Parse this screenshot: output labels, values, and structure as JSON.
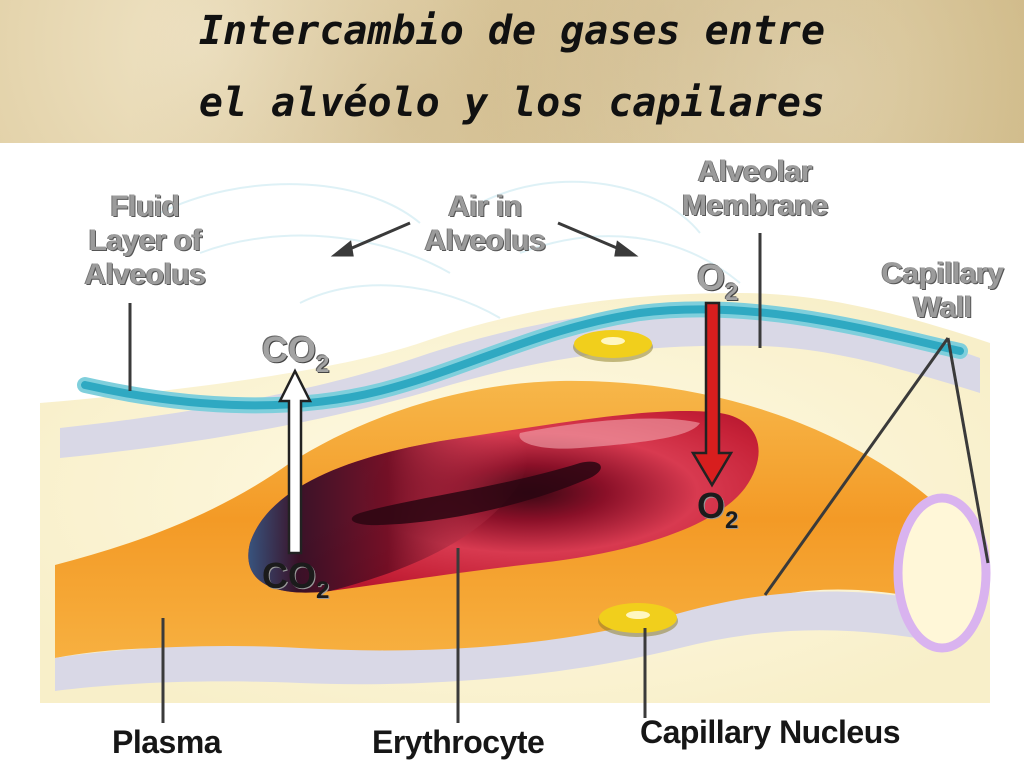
{
  "title": {
    "line1": "Intercambio de gases entre",
    "line2": "el alvéolo y los capilares"
  },
  "labels": {
    "fluid_layer": "Fluid\nLayer of\nAlveolus",
    "air_in_alveolus": "Air in\nAlveolus",
    "alveolar_membrane": "Alveolar\nMembrane",
    "capillary_wall": "Capillary\nWall",
    "plasma": "Plasma",
    "erythrocyte": "Erythrocyte",
    "capillary_nucleus": "Capillary Nucleus"
  },
  "gases": {
    "co2_top": {
      "base": "CO",
      "sub": "2"
    },
    "co2_bottom": {
      "base": "CO",
      "sub": "2"
    },
    "o2_top": {
      "base": "O",
      "sub": "2"
    },
    "o2_bottom": {
      "base": "O",
      "sub": "2"
    }
  },
  "colors": {
    "fluid_layer": "#3fb6cc",
    "plasma": "#f2a030",
    "erythrocyte": "#c8203a",
    "erythrocyte_dark": "#2a0a18",
    "capillary_nucleus": "#f2d21e",
    "capillary_wall_ring": "#dcb6f0",
    "o2_arrow": "#d81e1e",
    "co2_arrow": "#ffffff"
  }
}
